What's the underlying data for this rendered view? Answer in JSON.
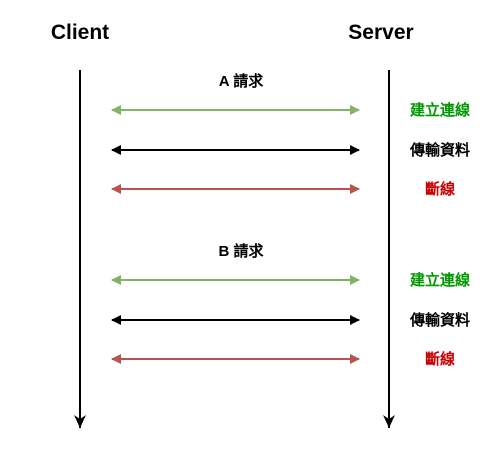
{
  "actors": {
    "client": "Client",
    "server": "Server"
  },
  "colors": {
    "connect": "#82b366",
    "transfer": "#000000",
    "disconnect": "#b85450",
    "connect_text": "#009900",
    "transfer_text": "#000000",
    "disconnect_text": "#cc0000"
  },
  "requests": [
    {
      "title": "A 請求",
      "messages": [
        {
          "label": "建立連線",
          "kind": "connect"
        },
        {
          "label": "傳輸資料",
          "kind": "transfer"
        },
        {
          "label": "斷線",
          "kind": "disconnect"
        }
      ]
    },
    {
      "title": "B 請求",
      "messages": [
        {
          "label": "建立連線",
          "kind": "connect"
        },
        {
          "label": "傳輸資料",
          "kind": "transfer"
        },
        {
          "label": "斷線",
          "kind": "disconnect"
        }
      ]
    }
  ]
}
